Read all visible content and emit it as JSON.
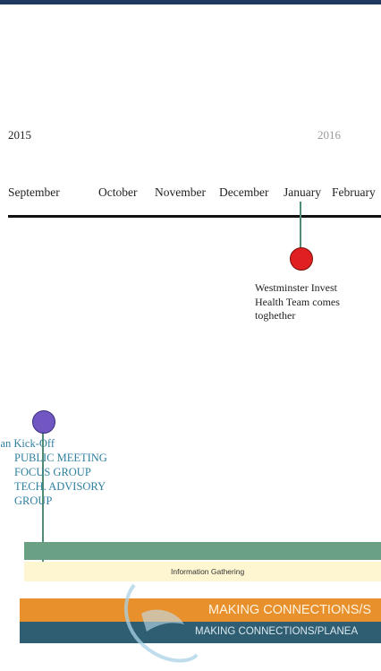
{
  "years": [
    "2015",
    "2016"
  ],
  "months": [
    "September",
    "October",
    "November",
    "December",
    "January",
    "February"
  ],
  "events": {
    "westminster": {
      "text": [
        "Westminster Invest",
        "Health Team comes",
        "toghether"
      ]
    },
    "kickoff": {
      "text": [
        "lan Kick-Off",
        "PUBLIC MEETING",
        "FOCUS GROUP",
        "TECH. ADVISORY",
        "GROUP"
      ]
    }
  },
  "bands": {
    "info_gathering": "Information Gathering",
    "making_connections_1": "MAKING CONNECTIONS/S",
    "making_connections_2": "MAKING CONNECTIONS/PLANEA"
  },
  "colors": {
    "red_dot": "#e02020",
    "purple_dot": "#7057c2",
    "green_band": "#6aa184",
    "orange_band": "#e8902c",
    "teal_band": "#2f5e73",
    "kickoff_text": "#2f7fa0"
  }
}
